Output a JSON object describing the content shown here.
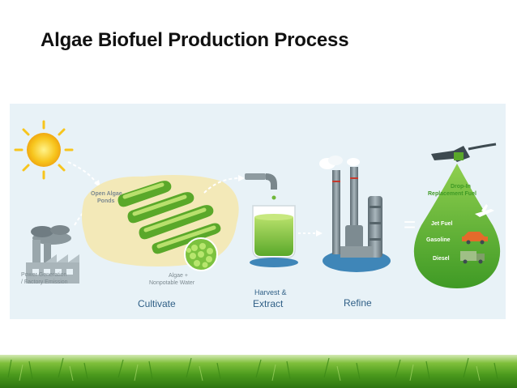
{
  "slide": {
    "title": "Algae Biofuel Production Process"
  },
  "diagram": {
    "source_label_line1": "Power Generation",
    "source_label_line2": "/ Factory Emission",
    "ponds_label_line1": "Open Algae",
    "ponds_label_line2": "Ponds",
    "water_label_line1": "Algae +",
    "water_label_line2": "Nonpotable Water",
    "stage_cultivate": "Cultivate",
    "stage_harvest_line1": "Harvest &",
    "stage_harvest_line2": "Extract",
    "stage_refine": "Refine",
    "equals_sign": "=",
    "fuel_title_line1": "Drop-In",
    "fuel_title_line2": "Replacement Fuel",
    "fuels": [
      "Jet Fuel",
      "Gasoline",
      "Diesel"
    ]
  },
  "colors": {
    "panel_bg": "#e8f2f7",
    "algae_green": "#5aa82a",
    "light_green": "#9fd45c",
    "pond_tan": "#f3e9b8",
    "water_blue": "#3f86b8",
    "label_gray": "#7d8a90",
    "stage_blue": "#2f5f86",
    "drop_green": "#4fa62c",
    "sun_yellow": "#f7c51d"
  },
  "icons": [
    "sun-icon",
    "factory-icon",
    "smoke-icon",
    "algae-ponds-icon",
    "algae-cells-icon",
    "faucet-icon",
    "beaker-icon",
    "refinery-icon",
    "fuel-nozzle-icon",
    "airplane-icon",
    "car-icon",
    "truck-icon"
  ]
}
